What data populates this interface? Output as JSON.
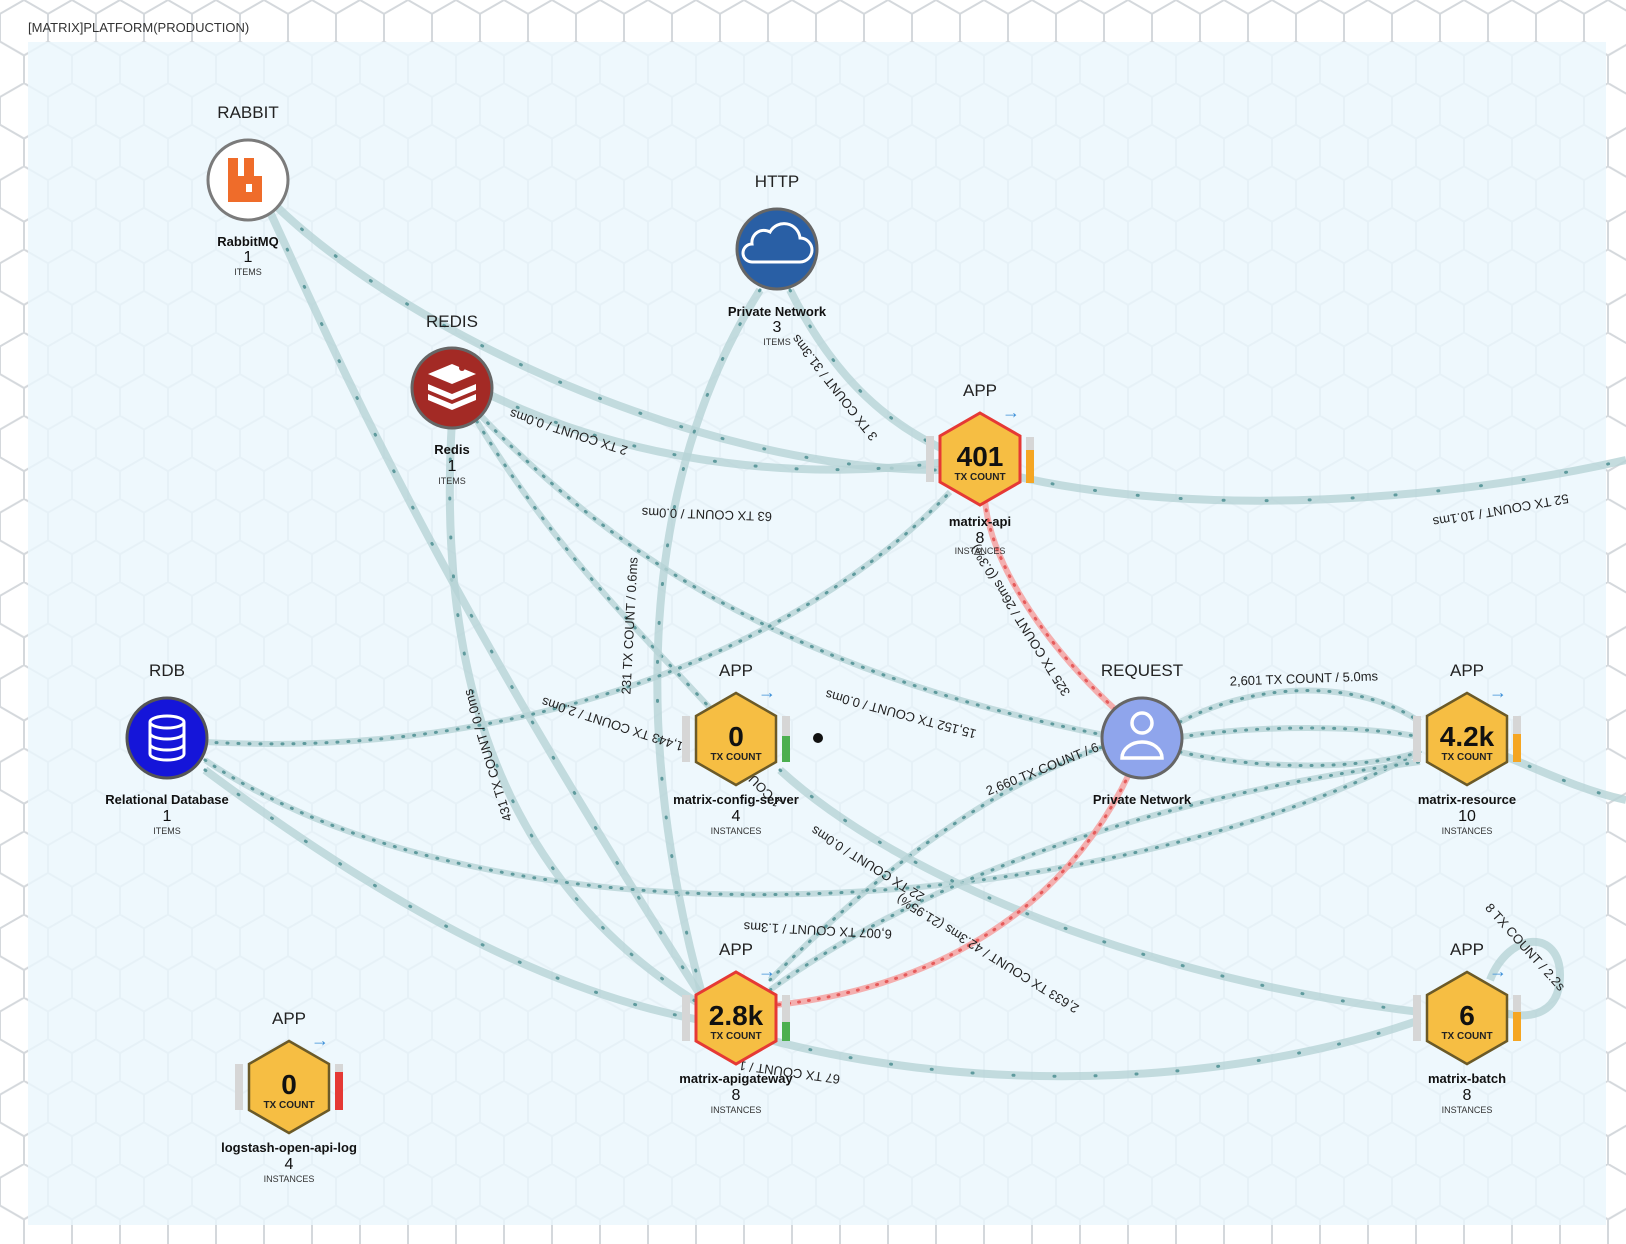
{
  "title": "[MATRIX]PLATFORM(PRODUCTION)",
  "colors": {
    "panel": "#eaf6fc",
    "hex_grid": "#d4d8dc",
    "app_fill": "#f6be43",
    "app_stroke": "#6b5a28",
    "alert_stroke": "#e53935",
    "edge": "#b7d3d6",
    "dots": "#5e9a9d",
    "error_edge": "#f4a6a6",
    "error_dots": "#e55b5b",
    "arrow": "#3b8fd8"
  },
  "nodes": {
    "rabbit": {
      "category": "RABBIT",
      "name": "RabbitMQ",
      "count": "1",
      "unit": "ITEMS",
      "icon": "rabbitmq-icon"
    },
    "redis": {
      "category": "REDIS",
      "name": "Redis",
      "count": "1",
      "unit": "ITEMS",
      "icon": "redis-icon"
    },
    "http": {
      "category": "HTTP",
      "name": "Private Network",
      "count": "3",
      "unit": "ITEMS",
      "icon": "cloud-icon"
    },
    "rdb": {
      "category": "RDB",
      "name": "Relational Database",
      "count": "1",
      "unit": "ITEMS",
      "icon": "database-icon"
    },
    "request": {
      "category": "REQUEST",
      "name": "Private Network",
      "count": "",
      "unit": "",
      "icon": "user-icon"
    },
    "api": {
      "category": "APP",
      "value": "401",
      "value_unit": "TX COUNT",
      "name": "matrix-api",
      "count": "8",
      "unit": "INSTANCES",
      "alert": true
    },
    "config": {
      "category": "APP",
      "value": "0",
      "value_unit": "TX COUNT",
      "name": "matrix-config-server",
      "count": "4",
      "unit": "INSTANCES",
      "alert": false
    },
    "resource": {
      "category": "APP",
      "value": "4.2k",
      "value_unit": "TX COUNT",
      "name": "matrix-resource",
      "count": "10",
      "unit": "INSTANCES",
      "alert": false
    },
    "gateway": {
      "category": "APP",
      "value": "2.8k",
      "value_unit": "TX COUNT",
      "name": "matrix-apigateway",
      "count": "8",
      "unit": "INSTANCES",
      "alert": true
    },
    "batch": {
      "category": "APP",
      "value": "6",
      "value_unit": "TX COUNT",
      "name": "matrix-batch",
      "count": "8",
      "unit": "INSTANCES",
      "alert": false
    },
    "logstash": {
      "category": "APP",
      "value": "0",
      "value_unit": "TX COUNT",
      "name": "logstash-open-api-log",
      "count": "4",
      "unit": "INSTANCES",
      "alert": false
    }
  },
  "edge_labels": {
    "http_api": "3 TX COUNT / 31.3ms",
    "redis_api": "2 TX COUNT / 0.0ms",
    "redis_api_b": "63 TX COUNT / 0.0ms",
    "api_right": "52 TX COUNT / 10.1ms",
    "api_request": "325 TX COUNT / 26ms (0.3%)",
    "http_gateway": "231 TX COUNT / 0.6ms",
    "redis_gateway": "431 TX COUNT / 0.0ms",
    "rdb_api": "1,443 TX COUNT / 2.0ms",
    "redis_request": "15,152 TX COUNT / 0.0ms",
    "request_resource": "2,601 TX COUNT / 5.0ms",
    "gateway_request": "2,660 TX COUNT / 6",
    "config_gateway": "22 TX COUNT / 0.0ms",
    "resource_gateway": "6,007 TX COUNT / 1.3ms",
    "request_gateway": "2,633 TX COUNT / 42.3ms (21.95%)",
    "batch_loop": "8 TX COUNT / 2.2s",
    "gateway_batch": "67 TX COUNT / 1",
    "config_partial": "1 COU"
  }
}
